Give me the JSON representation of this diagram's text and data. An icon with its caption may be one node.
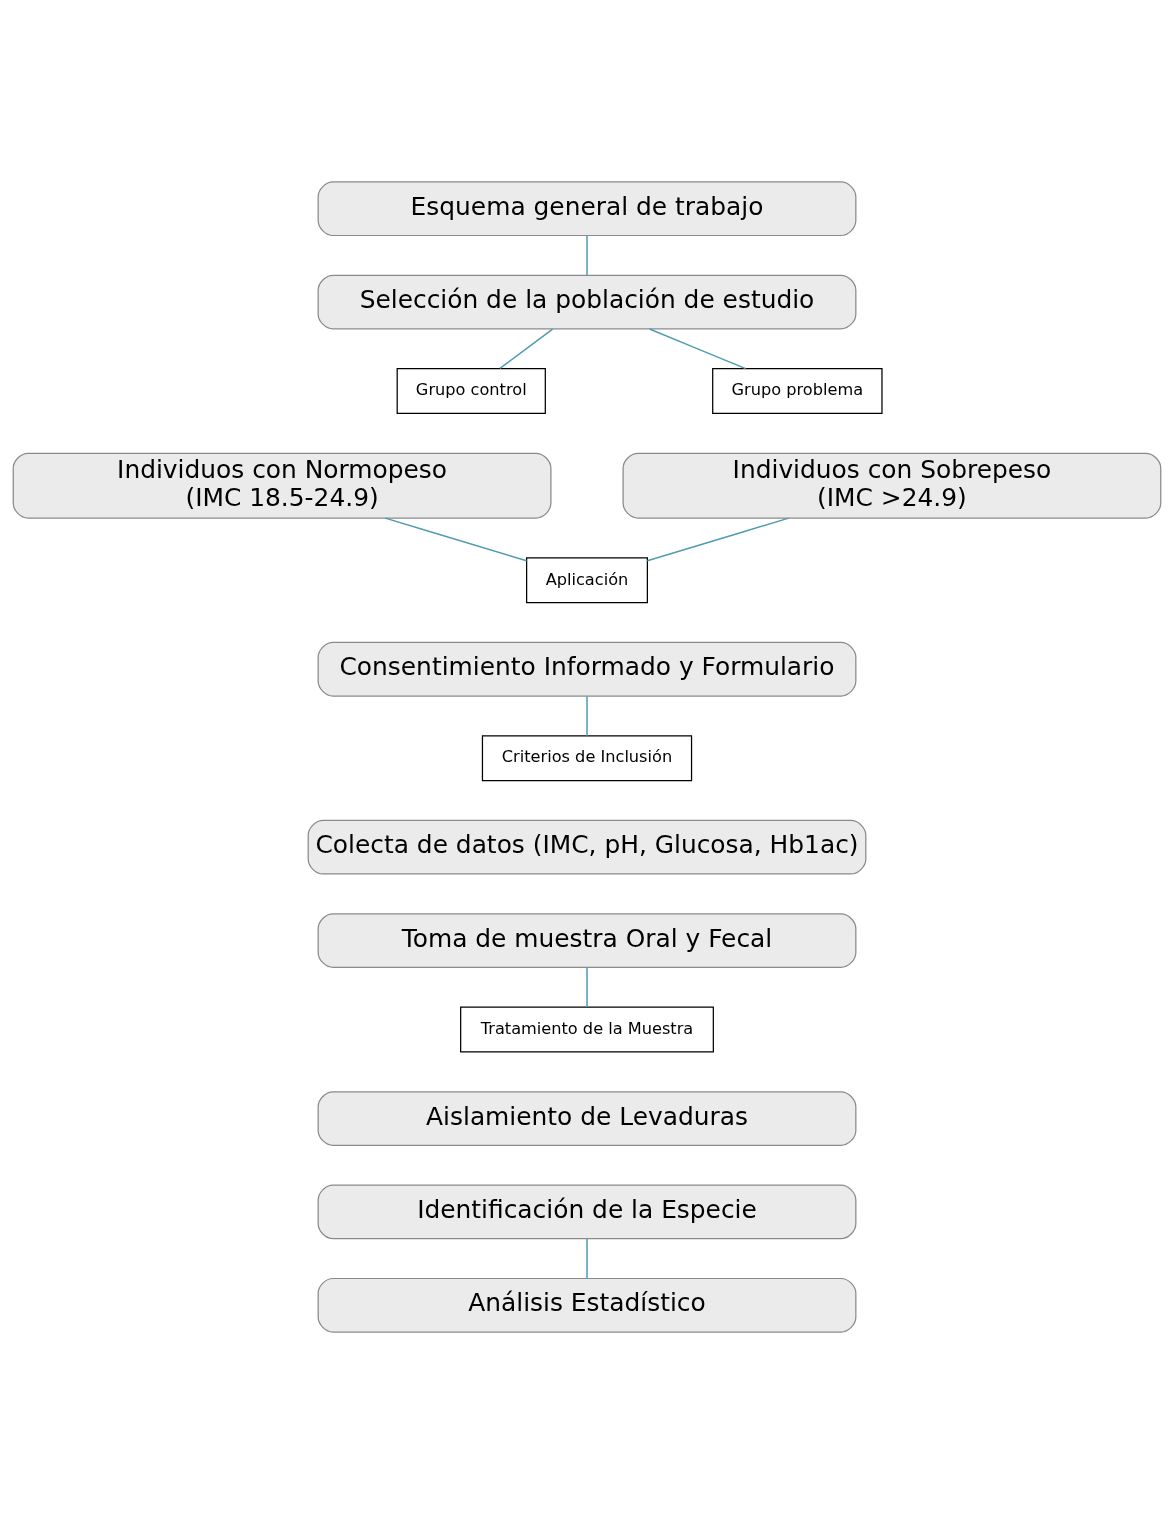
{
  "diagram": {
    "nodes": [
      {
        "text": [
          "Esquema general de trabajo"
        ]
      },
      {
        "text": [
          "Selección de la población de estudio"
        ]
      },
      {
        "text": [
          "Grupo control"
        ]
      },
      {
        "text": [
          "Grupo problema"
        ]
      },
      {
        "text": [
          "Individuos con Normopeso (IMC 18.5-24.9)"
        ]
      },
      {
        "text": [
          "Individuos con Sobrepeso (IMC >24.9)"
        ]
      },
      {
        "text": [
          "Aplicación"
        ]
      },
      {
        "text": [
          "Consentimiento Informado y Formulario"
        ]
      },
      {
        "text": [
          "Criterios de Inclusión"
        ]
      },
      {
        "text": [
          "Colecta de datos (IMC, pH, Glucosa, Hb1ac)"
        ]
      },
      {
        "text": [
          "Toma de muestra Oral y Fecal"
        ]
      },
      {
        "text": [
          "Tratamiento de la Muestra"
        ]
      },
      {
        "text": [
          "Aislamiento de Levaduras"
        ]
      },
      {
        "text": [
          "Identificación de la Especie"
        ]
      },
      {
        "text": [
          "Análisis Estadístico"
        ]
      }
    ],
    "edges": [
      {
        "from": 0,
        "to": 1,
        "arrow": "none"
      },
      {
        "from": 1,
        "to": 2,
        "arrow": "none"
      },
      {
        "from": 1,
        "to": 3,
        "arrow": "none"
      },
      {
        "from": 4,
        "to": 6,
        "arrow": "none"
      },
      {
        "from": 5,
        "to": 6,
        "arrow": "none"
      },
      {
        "from": 7,
        "to": 8,
        "arrow": "none"
      },
      {
        "from": 10,
        "to": 11,
        "arrow": "none"
      },
      {
        "from": 13,
        "to": 14,
        "arrow": "none"
      }
    ]
  }
}
